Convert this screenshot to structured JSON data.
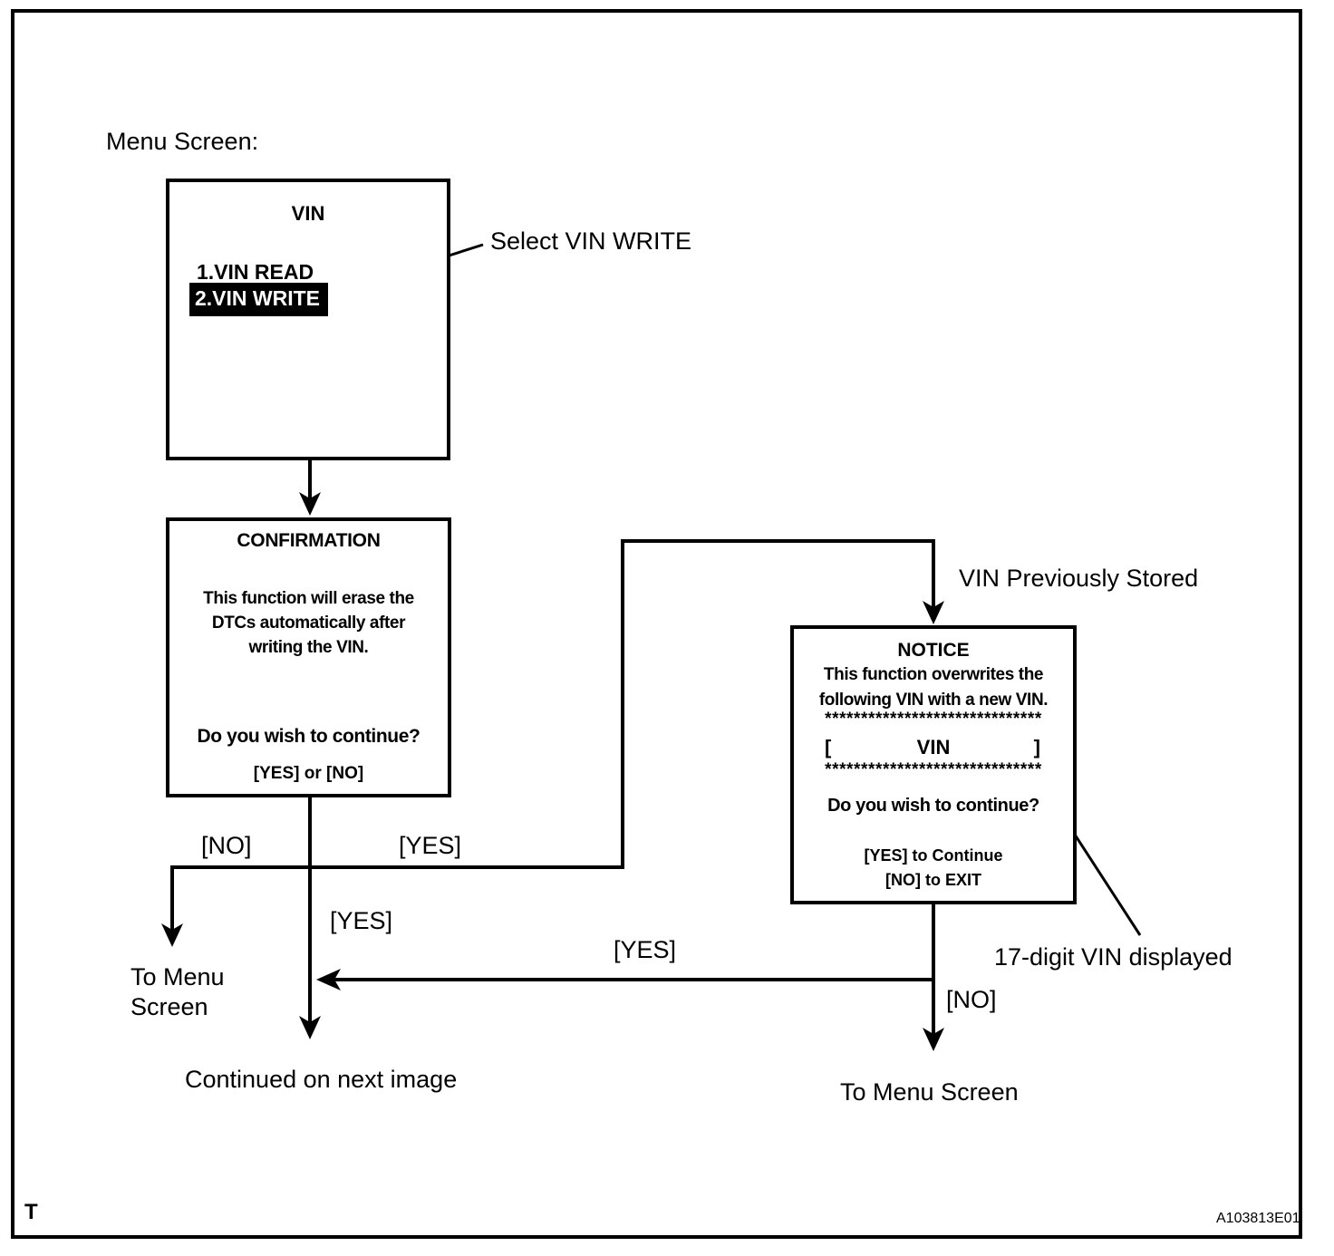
{
  "page": {
    "heading": "Menu Screen:",
    "footer_left": "T",
    "figure_code": "A103813E01"
  },
  "menu_box": {
    "title": "VIN",
    "items": [
      {
        "label": "1.VIN READ",
        "highlighted": false
      },
      {
        "label": "2.VIN WRITE",
        "highlighted": true
      }
    ]
  },
  "confirmation_box": {
    "title": "CONFIRMATION",
    "body_lines": [
      "This function will erase the",
      "DTCs automatically after",
      "writing the VIN."
    ],
    "question": "Do you wish to continue?",
    "options": "[YES] or [NO]"
  },
  "notice_box": {
    "title": "NOTICE",
    "body_lines": [
      "This function overwrites the",
      "following VIN with a new VIN."
    ],
    "stars": "******************************",
    "vin_row": {
      "open": "[",
      "label": "VIN",
      "close": "]"
    },
    "question": "Do you wish to continue?",
    "options_lines": [
      "[YES] to Continue",
      "[NO] to EXIT"
    ]
  },
  "annotations": {
    "select_vin_write": "Select VIN WRITE",
    "vin_previously_stored": "VIN Previously Stored",
    "vin_digits_displayed": "17-digit VIN displayed",
    "continued": "Continued on next image",
    "to_menu_left_lines": [
      "To Menu",
      "Screen"
    ],
    "to_menu_right": "To Menu Screen"
  },
  "edge_labels": {
    "no_left": "[NO]",
    "yes_top": "[YES]",
    "yes_center": "[YES]",
    "yes_return": "[YES]",
    "no_right": "[NO]"
  },
  "colors": {
    "ink": "#000000",
    "background": "#ffffff",
    "highlight_bg": "#000000",
    "highlight_text": "#ffffff"
  }
}
